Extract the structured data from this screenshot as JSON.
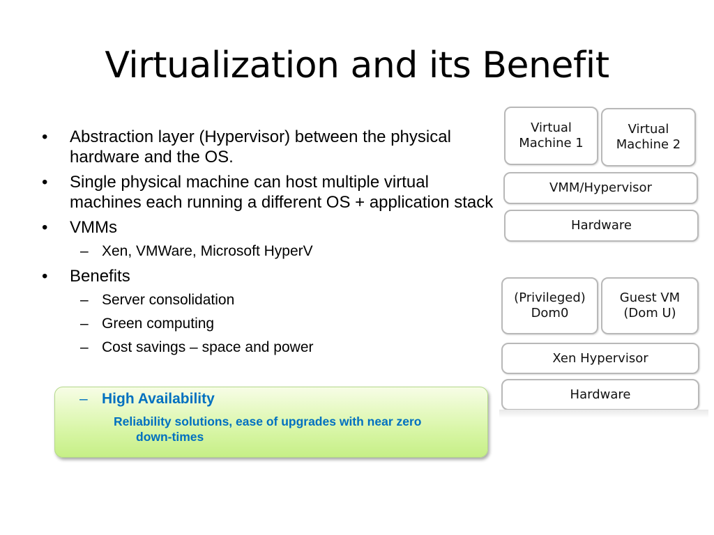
{
  "slide": {
    "title": "Virtualization and its Benefit",
    "bullets": [
      {
        "text": "Abstraction layer (Hypervisor) between the physical hardware and the OS."
      },
      {
        "text": "Single physical machine can host multiple virtual machines each running a different OS + application stack"
      },
      {
        "text": "VMMs",
        "subitems": [
          "Xen, VMWare, Microsoft HyperV"
        ]
      },
      {
        "text": "Benefits",
        "subitems": [
          "Server consolidation",
          "Green computing",
          "Cost savings – space and power"
        ]
      }
    ],
    "highlight": {
      "item": "High Availability",
      "sub_line1": "Reliability solutions, ease of upgrades with near zero",
      "sub_line2": "down-times",
      "color": "#0070c0"
    },
    "bullet_glyph": "•",
    "dash_glyph": "–"
  },
  "diagram_top": {
    "vm1_line1": "Virtual",
    "vm1_line2": "Machine 1",
    "vm2_line1": "Virtual",
    "vm2_line2": "Machine 2",
    "hypervisor": "VMM/Hypervisor",
    "hardware": "Hardware"
  },
  "diagram_bottom": {
    "dom0_line1": "(Privileged)",
    "dom0_line2": "Dom0",
    "guest_line1": "Guest VM",
    "guest_line2": "(Dom U)",
    "hypervisor": "Xen Hypervisor",
    "hardware": "Hardware"
  }
}
